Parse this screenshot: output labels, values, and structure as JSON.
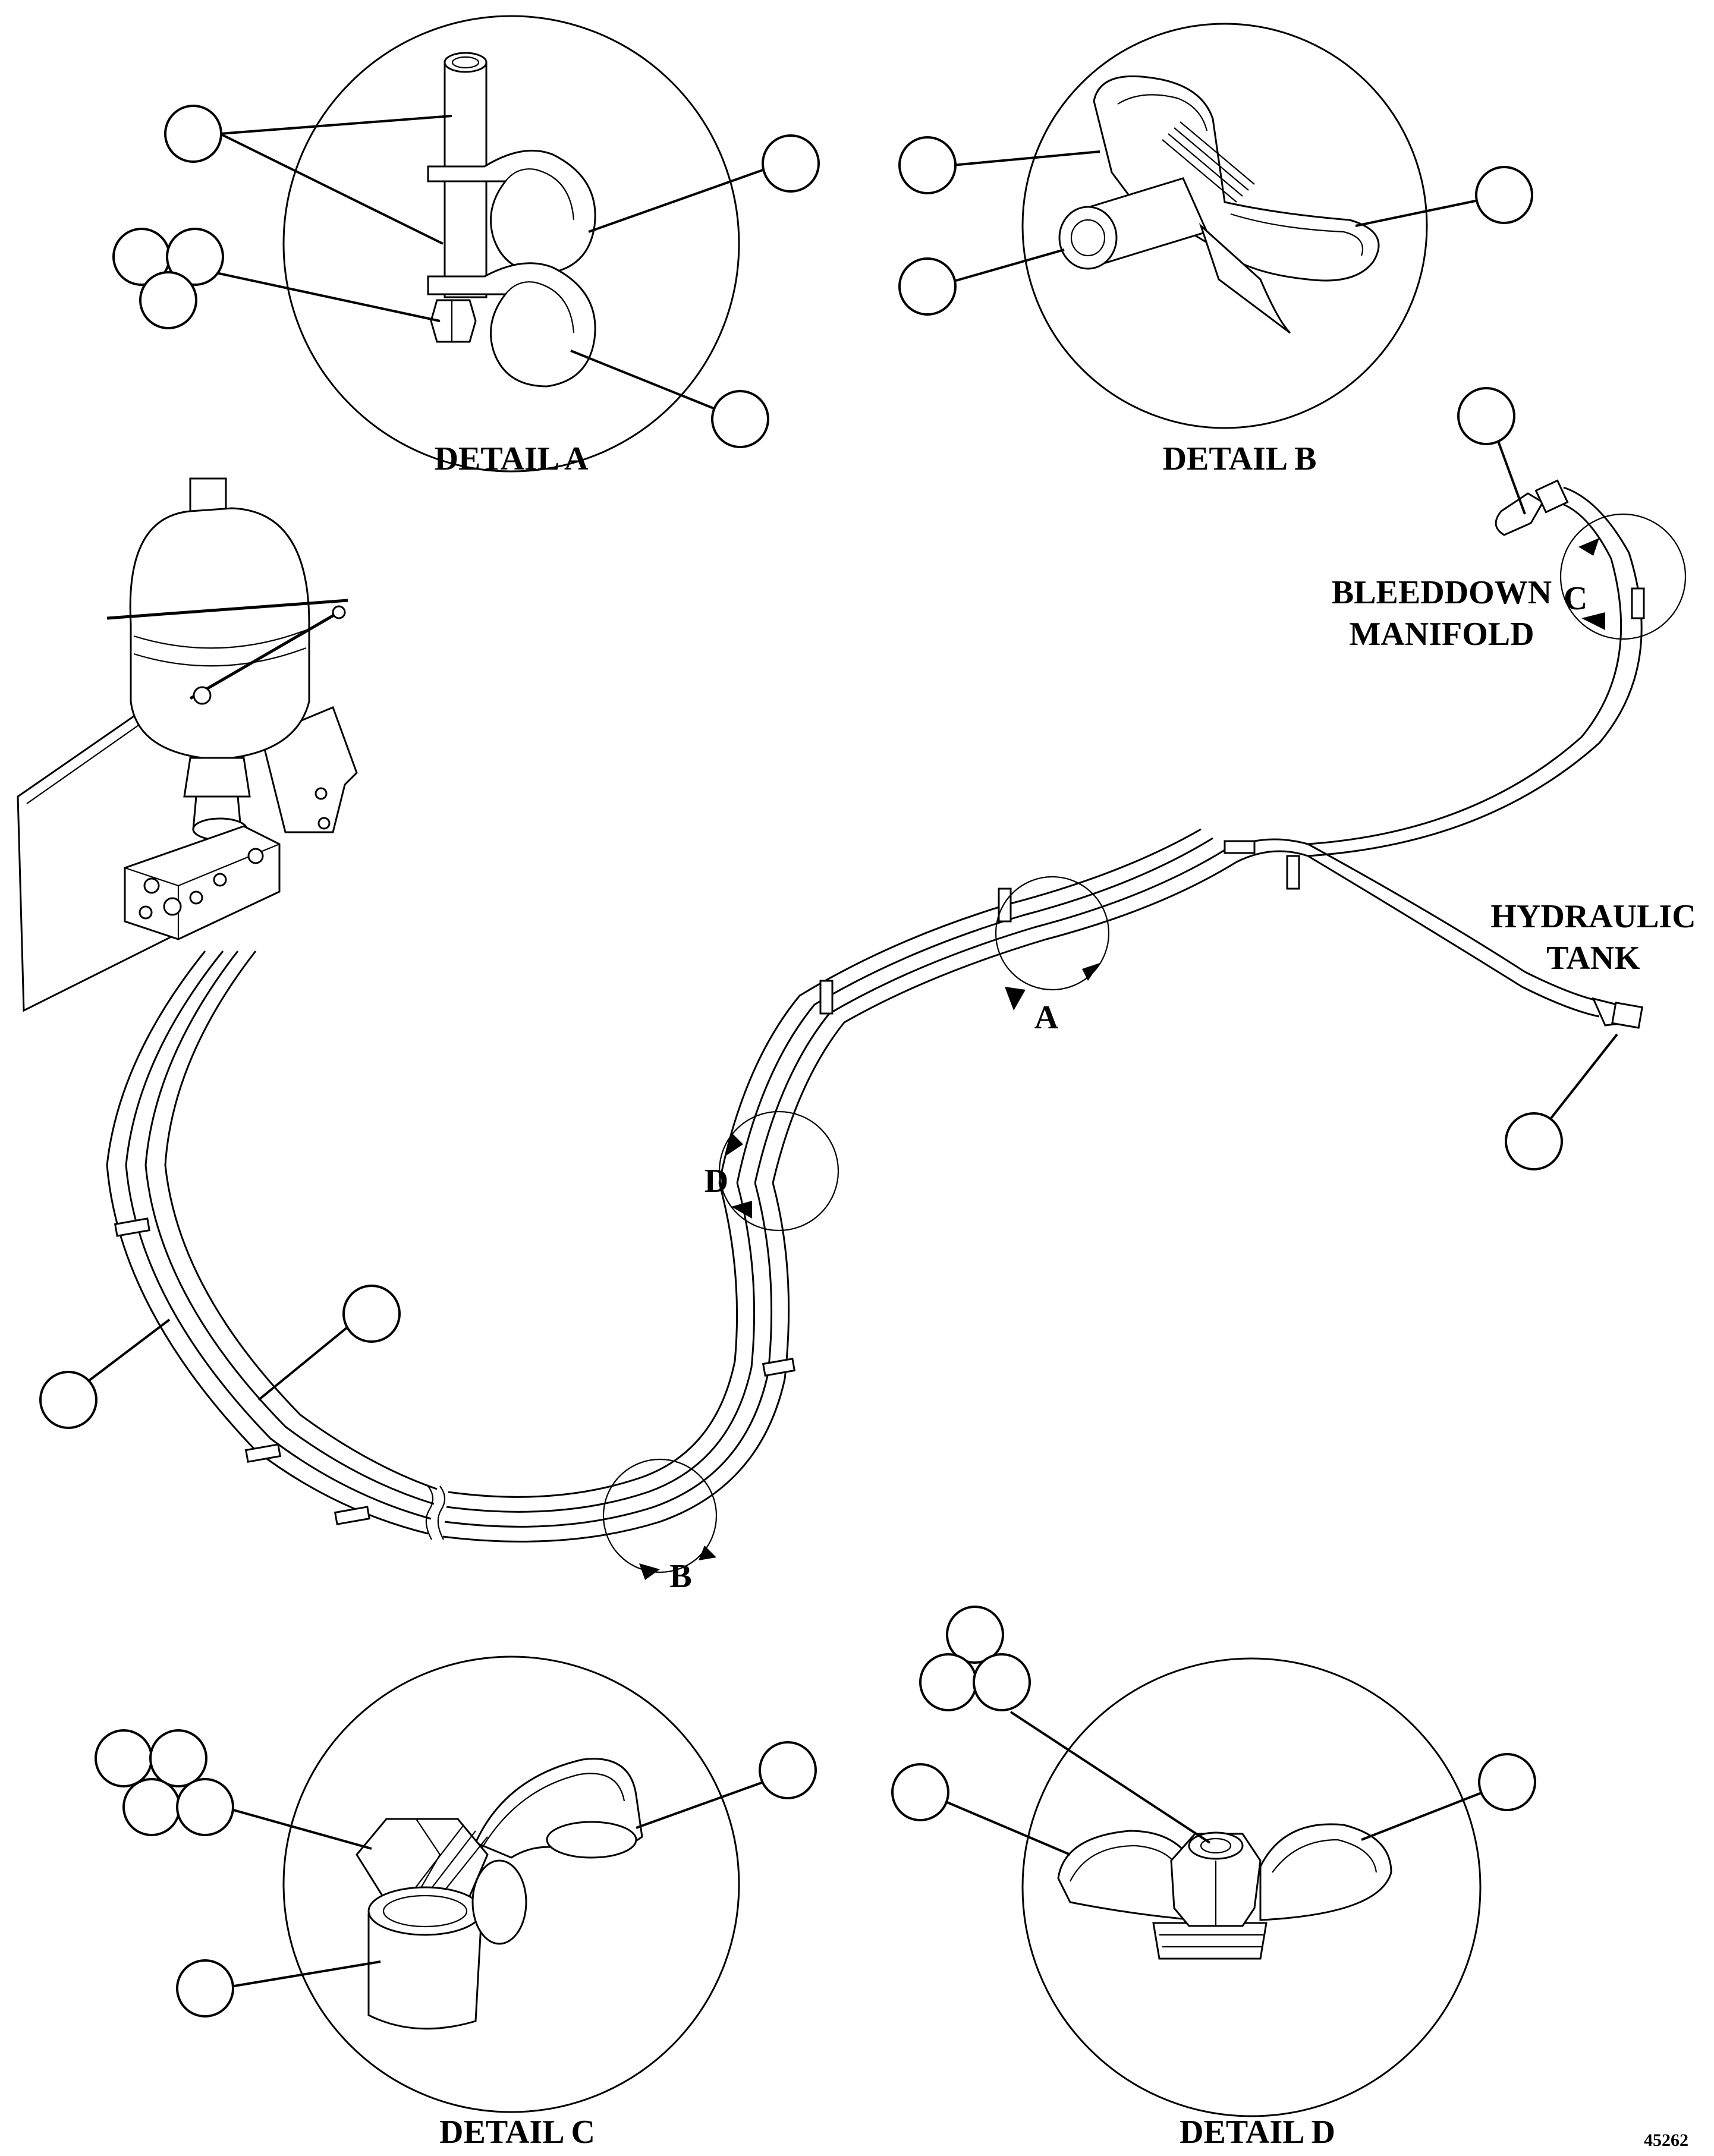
{
  "labels": {
    "detail_a": "DETAIL A",
    "detail_b": "DETAIL B",
    "detail_c": "DETAIL C",
    "detail_d": "DETAIL D",
    "bleeddown_line1": "BLEEDDOWN",
    "bleeddown_line2": "MANIFOLD",
    "hydraulic_line1": "HYDRAULIC",
    "hydraulic_line2": "TANK",
    "ref_a": "A",
    "ref_b": "B",
    "ref_c": "C",
    "ref_d": "D",
    "figure_number": "45262"
  },
  "colors": {
    "line": "#000000",
    "background": "#ffffff"
  },
  "callouts_note": "Callout balloons are empty (no item numbers printed)"
}
